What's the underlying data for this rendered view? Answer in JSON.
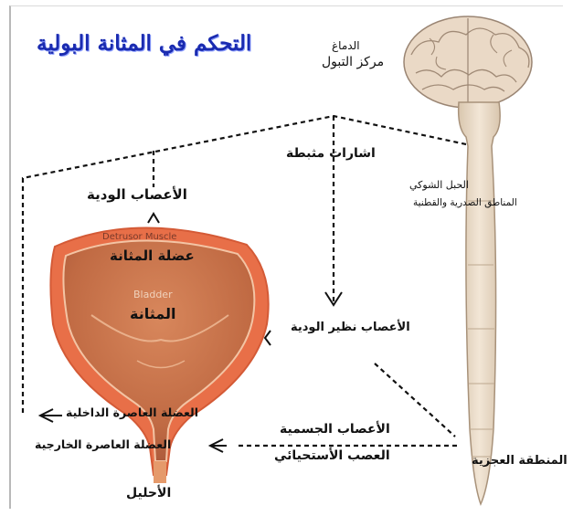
{
  "title": "التحكم في المثانة البولية",
  "brain": {
    "line1": "الدماغ",
    "line2": "مركز التبول"
  },
  "spinal_cord": {
    "line1": "الحبل الشوكي",
    "line2": "المناطق الصدرية والقطنية"
  },
  "inhibitory_signals": "اشارات مثبطة",
  "sympathetic_nerves": "الأعصاب الودية",
  "detrusor": {
    "en": "Detrusor Muscle",
    "ar": "عضلة المثانة"
  },
  "bladder": {
    "en": "Bladder",
    "ar": "المثانة"
  },
  "parasympathetic_nerves": "الأعصاب نظير الودية",
  "internal_sphincter": "العضلة العاصرة الداخلية",
  "external_sphincter": "العضلة العاصرة الخارجية",
  "somatic_nerves": {
    "line1": "الأعصاب الجسمية",
    "line2": "العصب الأستحيائي"
  },
  "sacral_region": "المنطقة العجزية",
  "urethra": "الأحليل",
  "colors": {
    "title": "#1a2bb0",
    "bladder_outer": "#e5704d",
    "bladder_inner": "#c46a44",
    "brain": "#e8d6c2",
    "cord": "#eadccb"
  }
}
